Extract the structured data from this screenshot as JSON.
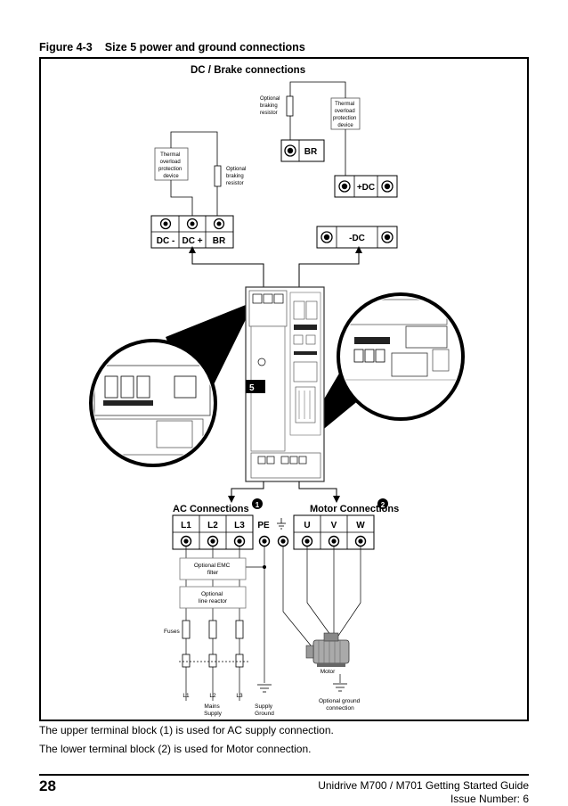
{
  "figure": {
    "number": "Figure 4-3",
    "title": "Size 5 power and ground connections",
    "dc_brake_title": "DC / Brake connections",
    "left_group": {
      "thermal_label": [
        "Thermal",
        "overload",
        "protection",
        "device"
      ],
      "resistor_label": [
        "Optional",
        "braking",
        "resistor"
      ],
      "terminals": [
        "DC -",
        "DC +",
        "BR"
      ]
    },
    "right_group": {
      "resistor_label": [
        "Optional",
        "braking",
        "resistor"
      ],
      "thermal_label": [
        "Thermal",
        "overload",
        "protection",
        "device"
      ],
      "br_terminal": "BR",
      "plus_dc_terminal": "+DC",
      "minus_dc_terminal": "-DC"
    },
    "drive_size": "5",
    "ac_title": "AC Connections",
    "ac_badge": "1",
    "motor_title": "Motor Connections",
    "motor_badge": "2",
    "ac_terminals": [
      "L1",
      "L2",
      "L3"
    ],
    "pe_label": "PE",
    "motor_terminals": [
      "U",
      "V",
      "W"
    ],
    "emc_label": [
      "Optional EMC",
      "filter"
    ],
    "reactor_label": [
      "Optional",
      "line reactor"
    ],
    "fuses_label": "Fuses",
    "supply_lines": [
      "L1",
      "L2",
      "L3"
    ],
    "mains_label": [
      "Mains",
      "Supply"
    ],
    "supply_ground_label": [
      "Supply",
      "Ground"
    ],
    "motor_label": "Motor",
    "optional_ground_label": [
      "Optional ground",
      "connection"
    ]
  },
  "body": {
    "line1": "The upper terminal block (1) is used for AC supply connection.",
    "line2": "The lower terminal block (2) is used for Motor connection."
  },
  "footer": {
    "page_number": "28",
    "guide_title": "Unidrive M700 / M701 Getting Started Guide",
    "issue": "Issue Number: 6"
  }
}
